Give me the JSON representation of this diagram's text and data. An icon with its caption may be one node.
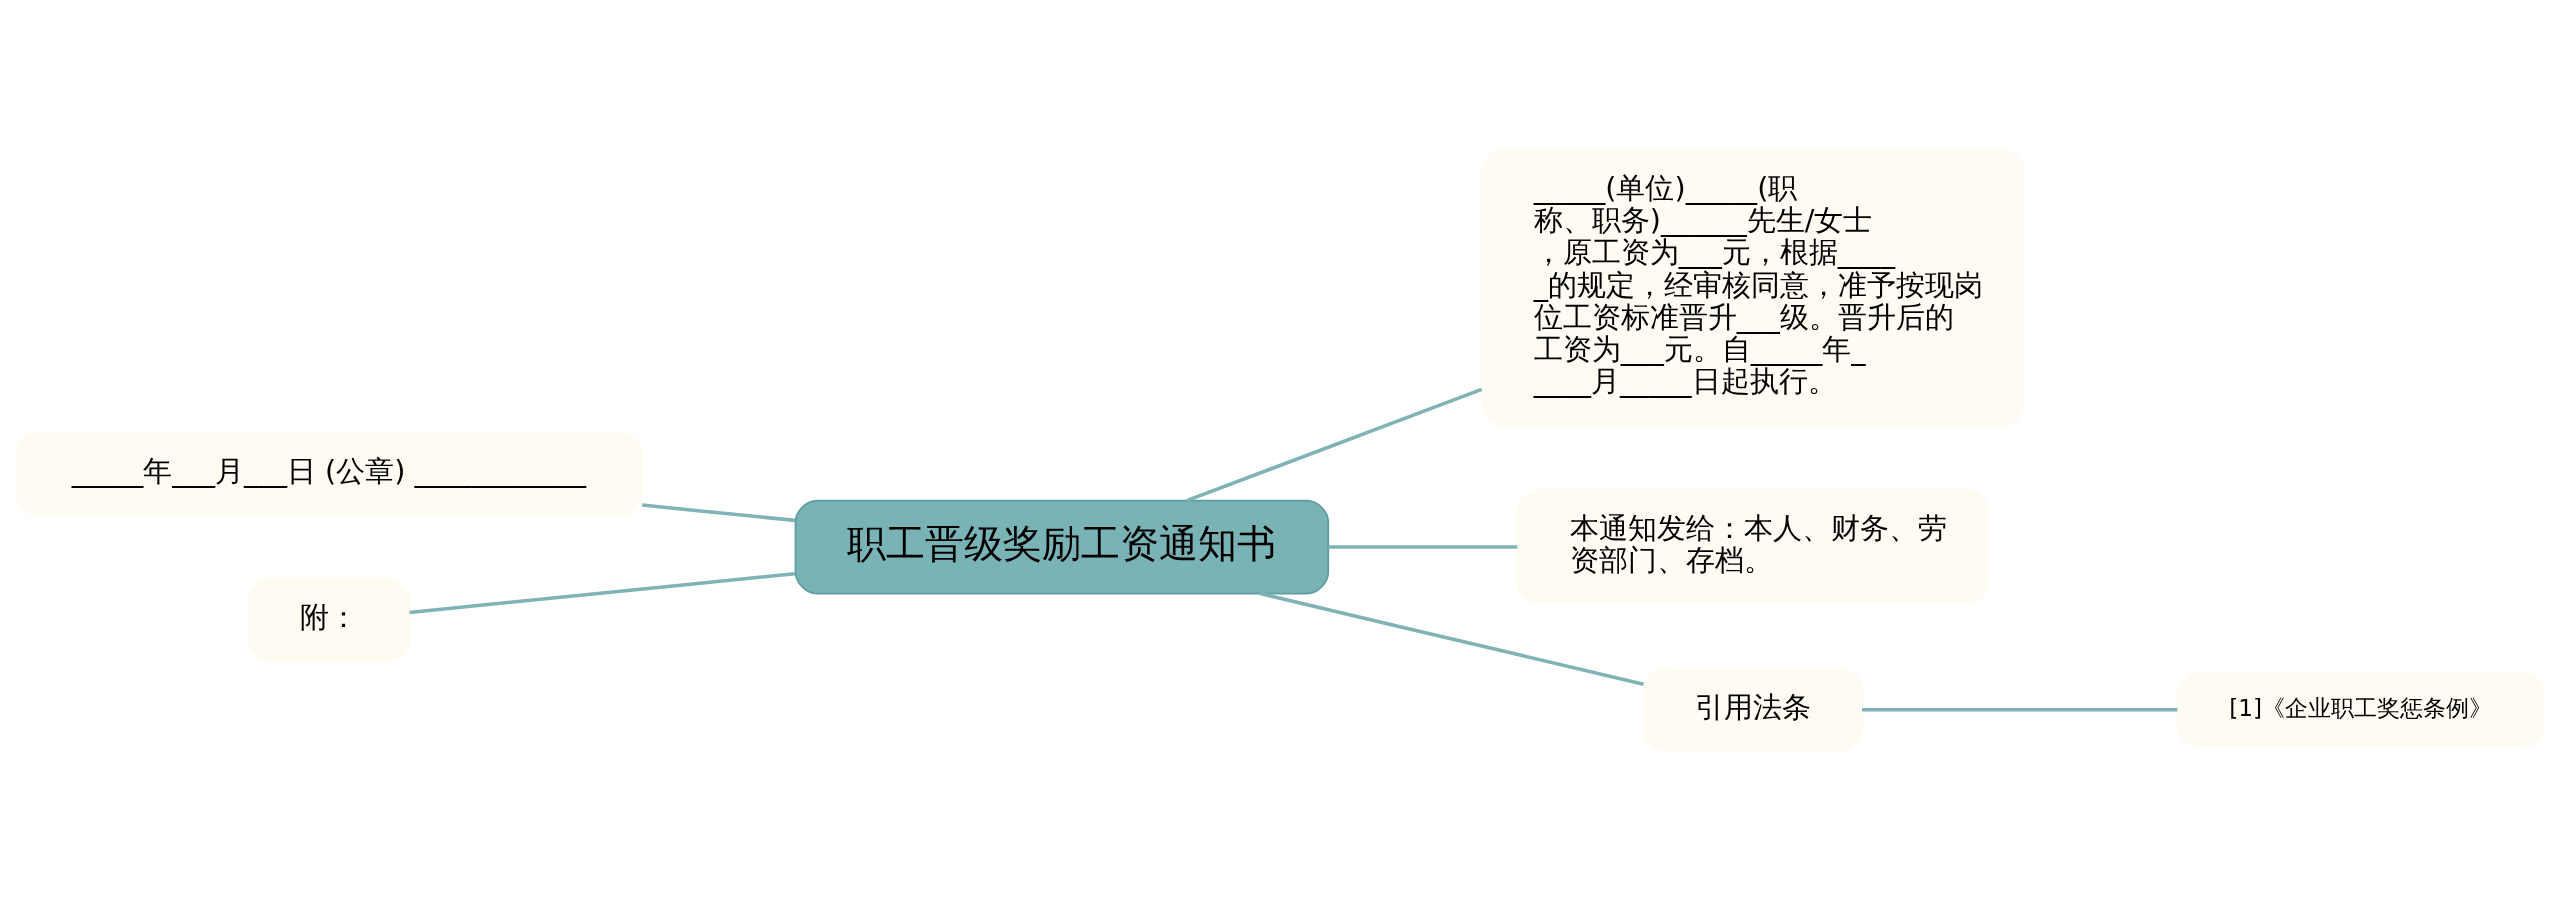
{
  "diagram": {
    "nodes": [
      {
        "text": [
          "职工晋级奖励工资通知书"
        ]
      },
      {
        "text": [
          "_____年___月___日 (公章) ____________"
        ]
      },
      {
        "text": [
          "附："
        ]
      },
      {
        "text": [
          "_____(单位)_____(职称、职务)______先生/女士，原工资为___元，根据_____的规定，经审核同意，准予按现岗位工资标准晋升___级。晋升后的工资为___元。自_____年_____月_____日起执行。"
        ]
      },
      {
        "text": [
          "本通知发给：本人、财务、劳资部门、存档。"
        ]
      },
      {
        "text": [
          "引用法条"
        ]
      },
      {
        "text": [
          "[1]《企业职工奖惩条例》"
        ]
      }
    ],
    "edges": [
      {
        "from": 0,
        "to": 1,
        "arrow": "none"
      },
      {
        "from": 0,
        "to": 2,
        "arrow": "none"
      },
      {
        "from": 0,
        "to": 3,
        "arrow": "none"
      },
      {
        "from": 0,
        "to": 4,
        "arrow": "none"
      },
      {
        "from": 0,
        "to": 5,
        "arrow": "none"
      },
      {
        "from": 5,
        "to": 6,
        "arrow": "none"
      }
    ]
  }
}
